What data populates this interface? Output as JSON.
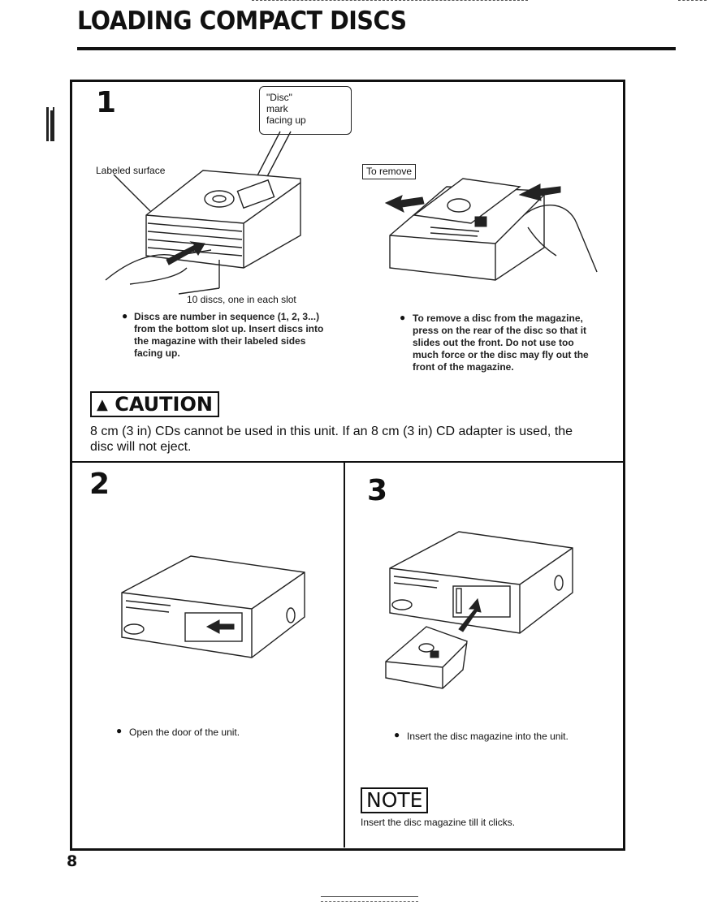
{
  "page": {
    "title": "LOADING COMPACT DISCS",
    "page_number": "8"
  },
  "step1": {
    "number": "1",
    "callout": "\"Disc\"\nmark\nfacing up",
    "labeled_surface": "Labeled surface",
    "slot_note": "10 discs, one in each slot",
    "to_remove_label": "To remove",
    "bullet_left": "Discs are number in sequence (1, 2, 3...) from the bottom slot up. Insert discs into the magazine with their labeled sides facing up.",
    "bullet_right": "To remove a disc from the magazine, press on the rear of the disc so that it slides out the front. Do not use too much force or the disc may fly out the front of the magazine."
  },
  "caution": {
    "label": "CAUTION",
    "text": "8 cm (3 in) CDs cannot be used in this unit. If an 8 cm (3 in) CD adapter is used, the disc will not eject."
  },
  "step2": {
    "number": "2",
    "bullet": "Open the door of the unit."
  },
  "step3": {
    "number": "3",
    "bullet": "Insert the disc magazine into the unit."
  },
  "note": {
    "label": "NOTE",
    "text": "Insert the disc magazine till it clicks."
  }
}
